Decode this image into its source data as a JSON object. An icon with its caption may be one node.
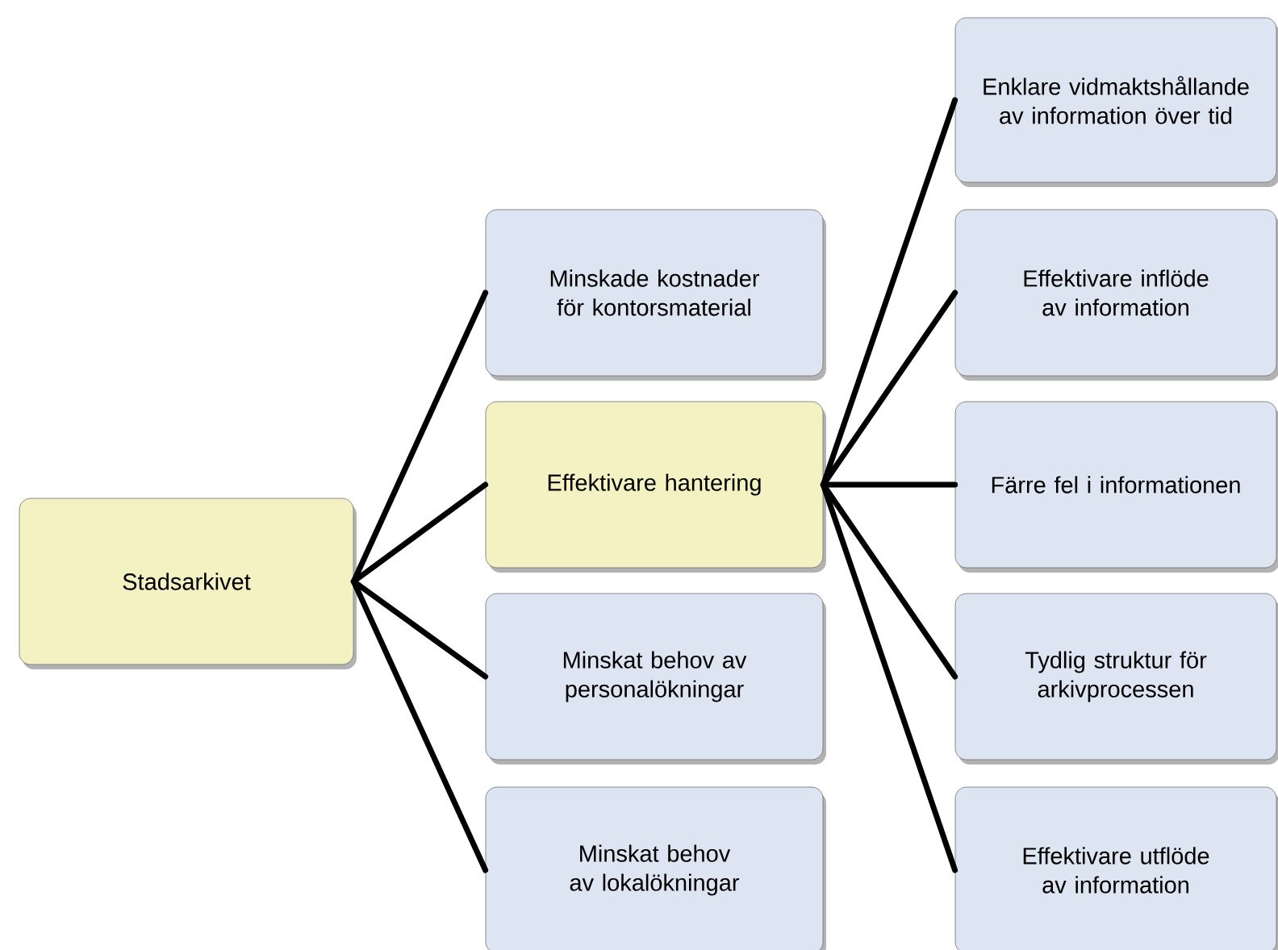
{
  "diagram": {
    "nodes": [
      {
        "text": [
          "Stadsarkivet"
        ]
      },
      {
        "text": [
          "Minskade kostnader för kontorsmaterial"
        ]
      },
      {
        "text": [
          "Effektivare hantering"
        ]
      },
      {
        "text": [
          "Minskat behov av personalökningar"
        ]
      },
      {
        "text": [
          "Minskat behov av lokalökningar"
        ]
      },
      {
        "text": [
          "Enklare vidmaktshållande av information över tid"
        ]
      },
      {
        "text": [
          "Effektivare inflöde av information"
        ]
      },
      {
        "text": [
          "Färre fel i informationen"
        ]
      },
      {
        "text": [
          "Tydlig struktur för arkivprocessen"
        ]
      },
      {
        "text": [
          "Effektivare utflöde av information"
        ]
      }
    ],
    "edges": [
      {
        "from": 0,
        "to": 1,
        "arrow": "none"
      },
      {
        "from": 0,
        "to": 2,
        "arrow": "none"
      },
      {
        "from": 0,
        "to": 3,
        "arrow": "none"
      },
      {
        "from": 0,
        "to": 4,
        "arrow": "none"
      },
      {
        "from": 2,
        "to": 5,
        "arrow": "none"
      },
      {
        "from": 2,
        "to": 6,
        "arrow": "none"
      },
      {
        "from": 2,
        "to": 7,
        "arrow": "none"
      },
      {
        "from": 2,
        "to": 8,
        "arrow": "none"
      },
      {
        "from": 2,
        "to": 9,
        "arrow": "none"
      }
    ]
  }
}
